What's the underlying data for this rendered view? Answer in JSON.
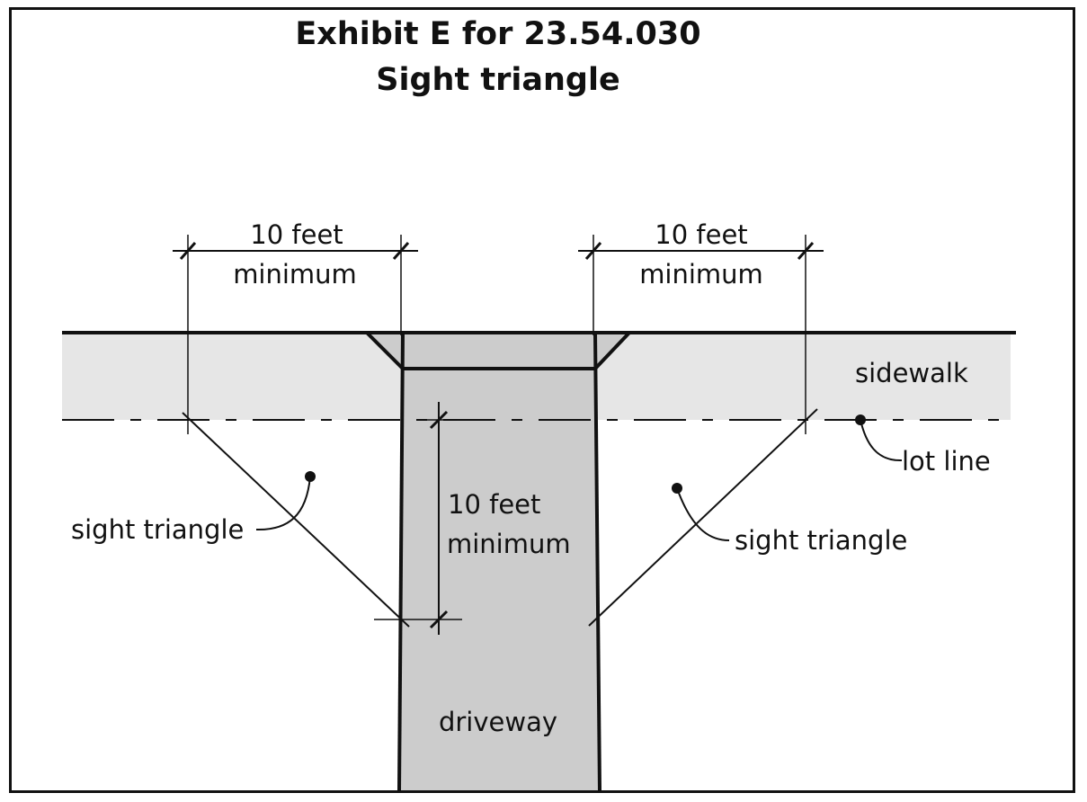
{
  "title": {
    "line1": "Exhibit E for 23.54.030",
    "line2": "Sight triangle"
  },
  "dimensions": {
    "left": {
      "line1": "10 feet",
      "line2": "minimum"
    },
    "right": {
      "line1": "10 feet",
      "line2": "minimum"
    },
    "vertical": {
      "line1": "10 feet",
      "line2": "minimum"
    }
  },
  "labels": {
    "sidewalk": "sidewalk",
    "lot_line": "lot line",
    "sight_triangle_left": "sight triangle",
    "sight_triangle_right": "sight triangle",
    "driveway": "driveway"
  },
  "colors": {
    "sidewalk_fill": "#e6e6e6",
    "driveway_fill": "#cccccc",
    "line": "#111111"
  }
}
